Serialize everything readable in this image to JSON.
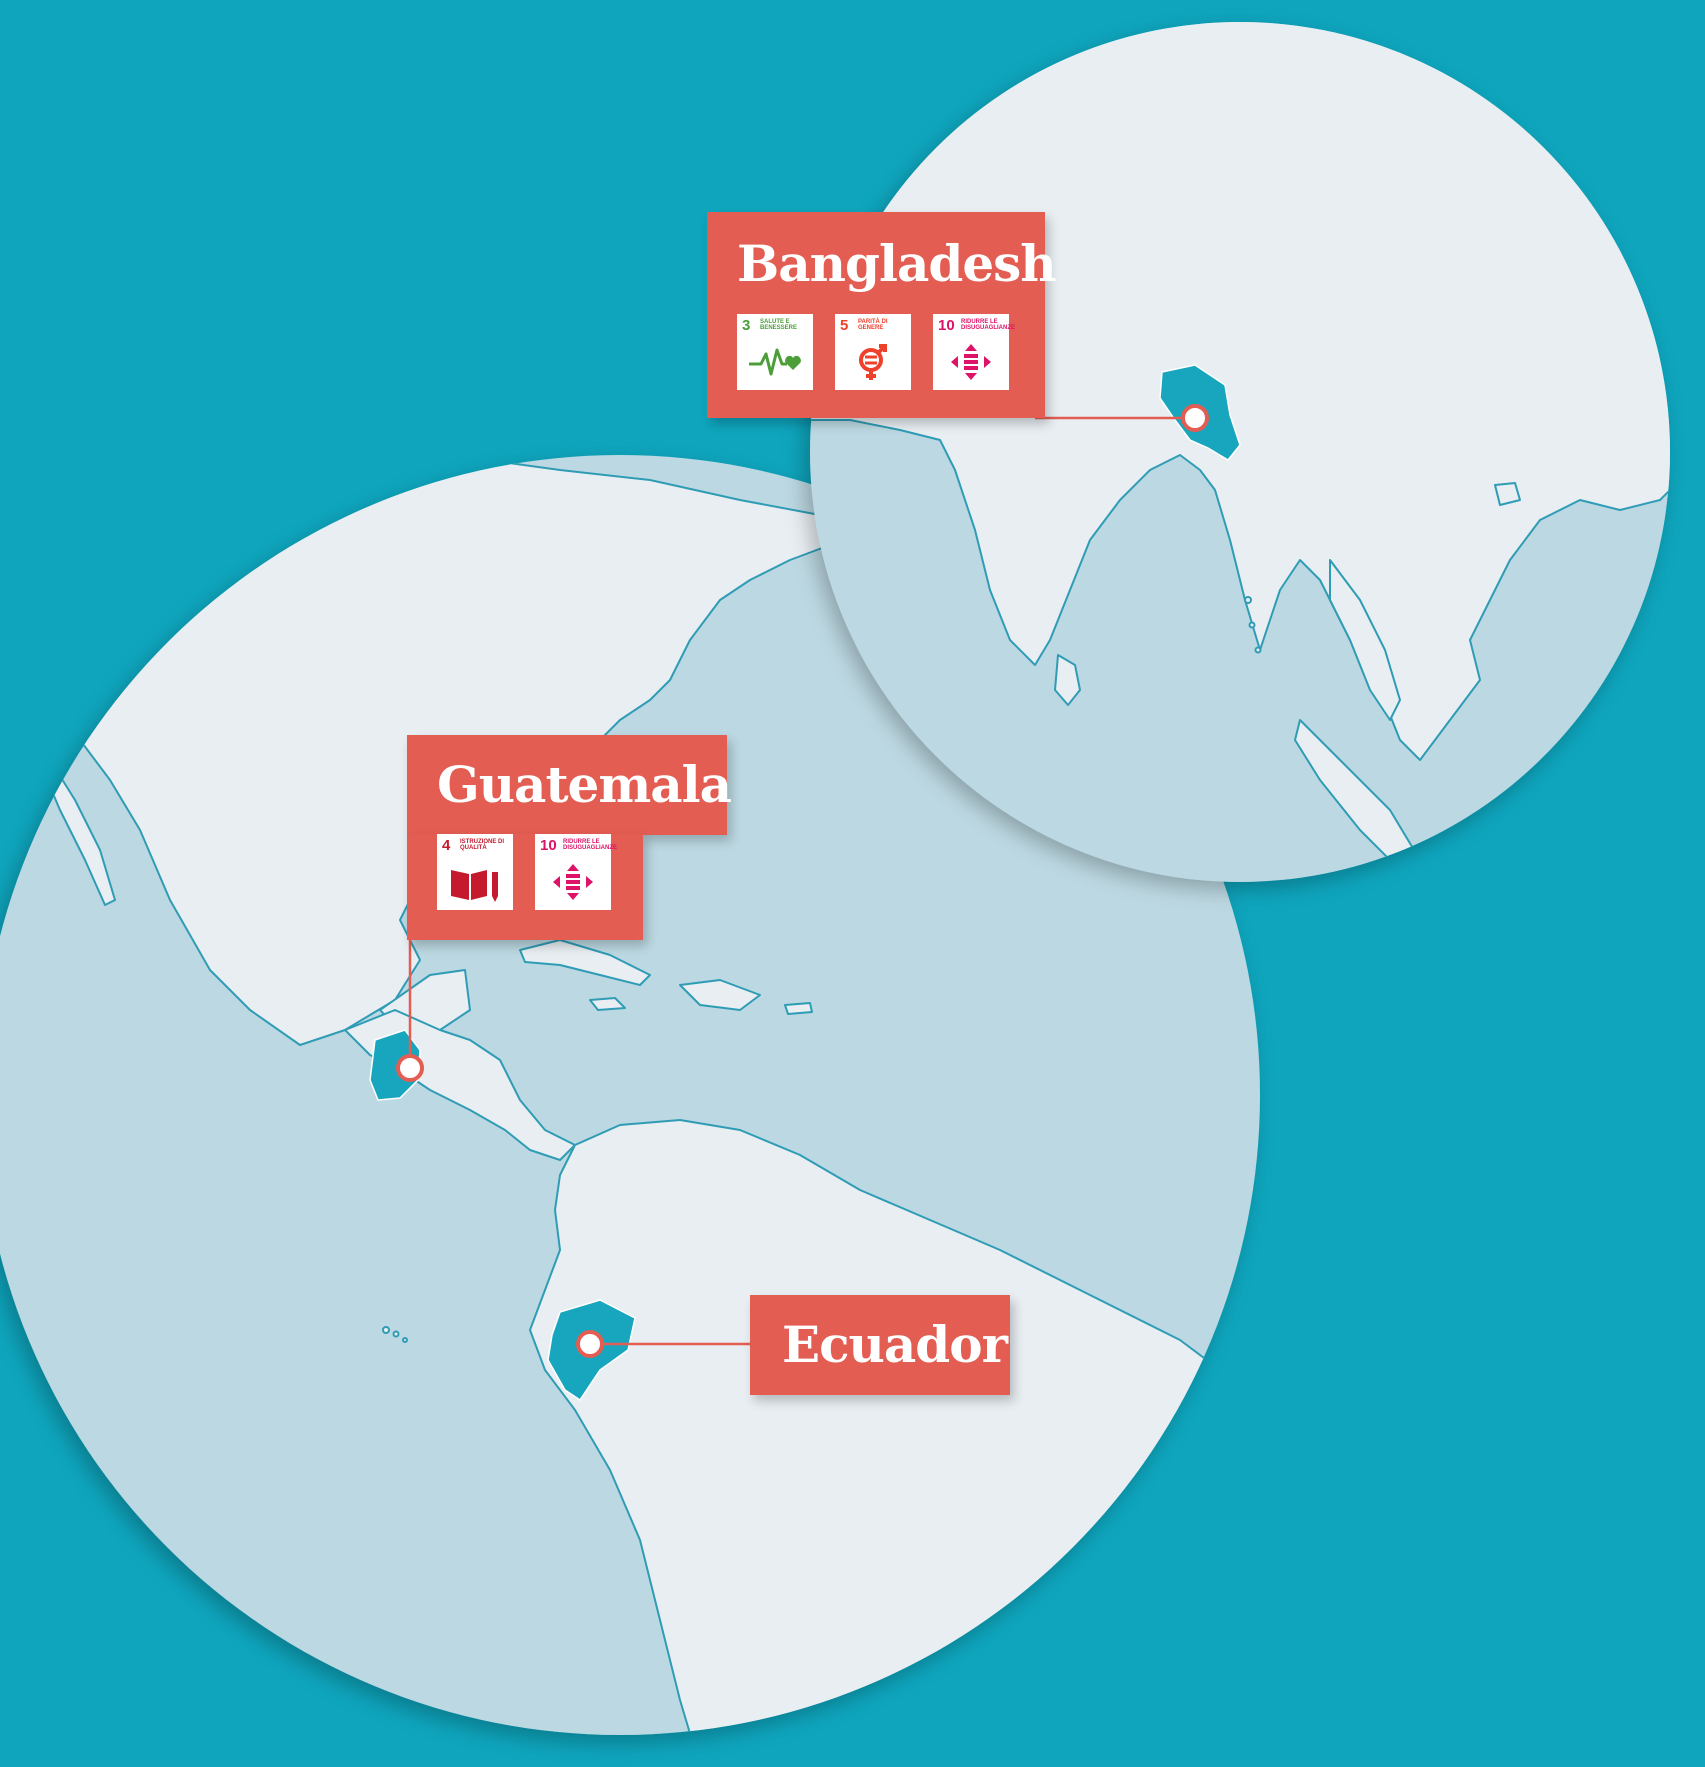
{
  "colors": {
    "ocean_background": "#0ea5bd",
    "globe_sea": "#bcd8e2",
    "land": "#e8eef2",
    "coastline": "#2f9cb5",
    "highlight_country": "#18a6be",
    "callout": "#e35d52"
  },
  "locations": [
    {
      "id": "bangladesh",
      "name": "Bangladesh",
      "sdgs": [
        {
          "number": "3",
          "label": "Salute e benessere",
          "color": "#4c9f38",
          "icon": "heartbeat-icon"
        },
        {
          "number": "5",
          "label": "Parità di genere",
          "color": "#ef402b",
          "icon": "gender-equality-icon"
        },
        {
          "number": "10",
          "label": "Ridurre le disuguaglianze",
          "color": "#dd1367",
          "icon": "reduced-inequalities-icon"
        }
      ]
    },
    {
      "id": "guatemala",
      "name": "Guatemala",
      "sdgs": [
        {
          "number": "4",
          "label": "Istruzione di qualità",
          "color": "#c5192d",
          "icon": "book-pencil-icon"
        },
        {
          "number": "10",
          "label": "Ridurre le disuguaglianze",
          "color": "#dd1367",
          "icon": "reduced-inequalities-icon"
        }
      ]
    },
    {
      "id": "ecuador",
      "name": "Ecuador",
      "sdgs": []
    }
  ]
}
